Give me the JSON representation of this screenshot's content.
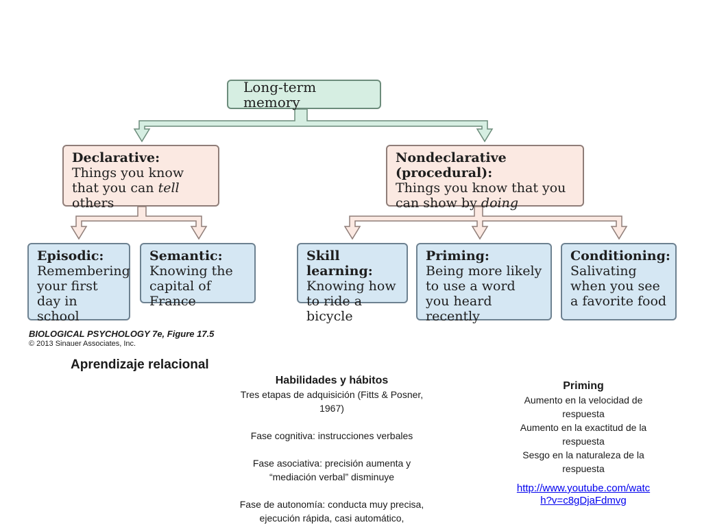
{
  "diagram": {
    "root": {
      "label": "Long-term memory"
    },
    "declarative": {
      "title": "Declarative:",
      "body_pre": "Things you know that you can ",
      "body_em": "tell",
      "body_post": " others"
    },
    "nondeclarative": {
      "title": "Nondeclarative (procedural):",
      "body_pre": "Things you know that you can show by ",
      "body_em": "doing",
      "body_post": ""
    },
    "episodic": {
      "title": "Episodic:",
      "body": "Remembering your first day in school"
    },
    "semantic": {
      "title": "Semantic:",
      "body": "Knowing the capital of France"
    },
    "skill": {
      "title": "Skill learning:",
      "body": "Knowing how to ride a bicycle"
    },
    "priming": {
      "title": "Priming:",
      "body": "Being more likely to use a word you heard recently"
    },
    "conditioning": {
      "title": "Conditioning:",
      "body": "Salivating when you see a favorite food"
    },
    "colors": {
      "root": "#d6eee2",
      "branch": "#fbe9e2",
      "leaf": "#d5e7f3",
      "arrow_green": "#d6eee2",
      "arrow_pink": "#fbe9e2",
      "stroke": "#6f6f6f"
    }
  },
  "credit": {
    "line1": "BIOLOGICAL PSYCHOLOGY 7e, Figure 17.5",
    "line2": "© 2013 Sinauer Associates, Inc."
  },
  "relational": {
    "title": "Aprendizaje relacional"
  },
  "habits": {
    "title": "Habilidades y hábitos",
    "intro": "Tres etapas de adquisición (Fitts & Posner, 1967)",
    "stage1": "Fase cognitiva: instrucciones verbales",
    "stage2": "Fase asociativa: precisión aumenta y “mediación verbal” disminuye",
    "stage3": "Fase de autonomía: conducta muy precisa, ejecución rápida, casi automático,"
  },
  "priming_notes": {
    "title": "Priming",
    "line1": "Aumento en la velocidad de respuesta",
    "line2": "Aumento en la exactitud de la respuesta",
    "line3": "Sesgo en la naturaleza de la respuesta",
    "link": "http://www.youtube.com/watch?v=c8gDjaFdmvg"
  }
}
